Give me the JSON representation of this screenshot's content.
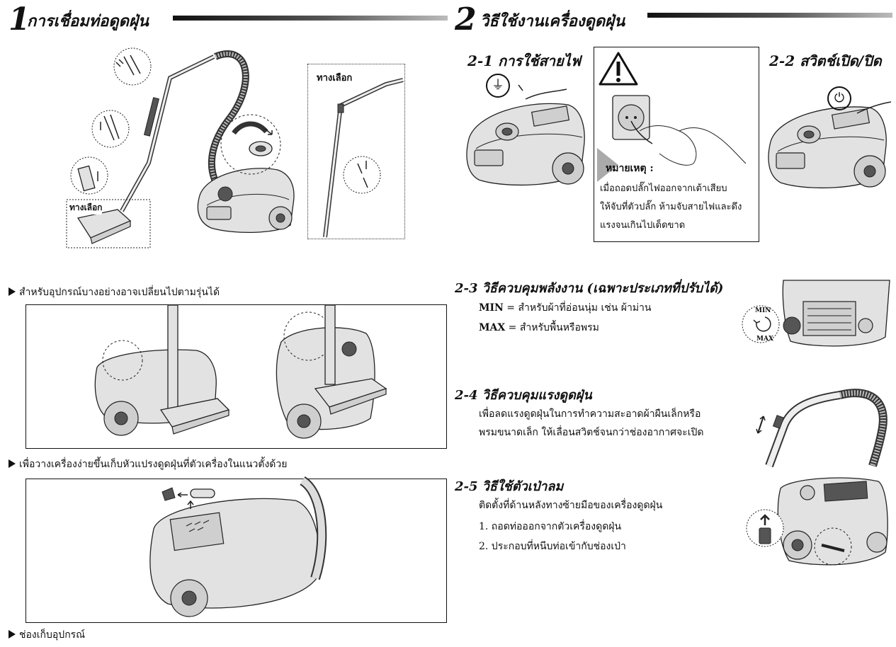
{
  "section1": {
    "number": "1",
    "title": "การเชื่อมท่อดูดฝุ่น",
    "optional_label_left": "ทางเลือก",
    "optional_label_right": "ทางเลือก"
  },
  "section2": {
    "number": "2",
    "title": "วิธีใช้งานเครื่องดูดฝุ่น",
    "s2_1": {
      "title": "2-1 การใช้สายไฟ"
    },
    "s2_2": {
      "title": "2-2 สวิตช์เปิด/ปิด"
    },
    "note": {
      "label": "หมายเหตุ :",
      "lines": [
        "เมื่อถอดปลั๊กไฟออกจากเต้าเสียบ",
        "ให้จับที่ตัวปลั๊ก ห้ามจับสายไฟและดึง",
        "แรงจนเกินไปเด็ดขาด"
      ]
    },
    "s2_3": {
      "title": "2-3 วิธีควบคุมพลังงาน (เฉพาะประเภทที่ปรับได้)",
      "min_key": "MIN",
      "min_text": " = สำหรับผ้าที่อ่อนนุ่ม เช่น ผ้าม่าน",
      "max_key": "MAX",
      "max_text": " = สำหรับพื้นหรือพรม",
      "dial_min": "MIN",
      "dial_max": "MAX"
    },
    "s2_4": {
      "title": "2-4 วิธีควบคุมแรงดูดฝุ่น",
      "lines": [
        "เพื่อลดแรงดูดฝุ่นในการทำความสะอาดผ้าผืนเล็กหรือ",
        "พรมขนาดเล็ก ให้เลื่อนสวิตช์จนกว่าช่องอากาศจะเปิด"
      ]
    },
    "s2_5": {
      "title": "2-5 วิธีใช้ตัวเป่าลม",
      "intro": "ติดตั้งที่ด้านหลังทางซ้ายมือของเครื่องดูดฝุ่น",
      "steps": [
        "1.  ถอดท่อออกจากตัวเครื่องดูดฝุ่น",
        "2.  ประกอบที่หนีบท่อเข้ากับช่องเป่า"
      ]
    }
  },
  "captions": {
    "c1": "สำหรับอุปกรณ์บางอย่างอาจเปลี่ยนไปตามรุ่นได้",
    "c2": "เพื่อวางเครื่องง่ายขึ้นเก็บหัวแปรงดูดฝุ่นที่ตัวเครื่องในแนวตั้งด้วย",
    "c3": "ช่องเก็บอุปกรณ์"
  },
  "icons": [
    "warning-icon",
    "plug-icon",
    "power-icon",
    "arrow-icon"
  ]
}
